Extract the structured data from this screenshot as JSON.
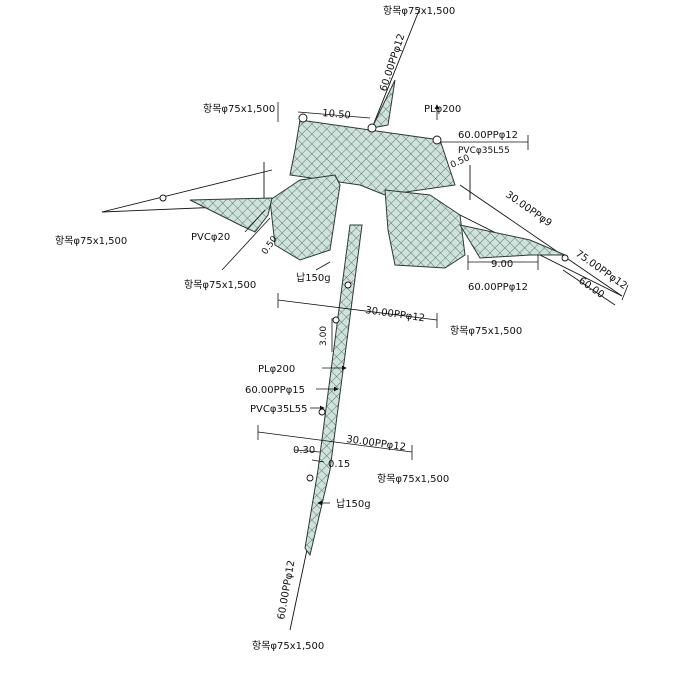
{
  "diagram": {
    "labels": {
      "anchor_top": "항목φ75x1,500",
      "rope_top": "60.00PPφ12",
      "anchor_upper_left": "항목φ75x1,500",
      "dim_top_width": "10.50",
      "float_top": "PLφ200",
      "rope_top_right": "60.00PPφ12",
      "pvc_top_right": "PVCφ35L55",
      "dim_corner": "0.50",
      "rope_right_diag": "30.00PPφ9",
      "anchor_left": "항목φ75x1,500",
      "pvc_left": "PVCφ20",
      "dim_left_small": "0.50",
      "anchor_lower_left": "항목φ75x1,500",
      "sinker_mid": "납150g",
      "dim_right_width": "9.00",
      "rope_right": "75.00PPφ12",
      "dim_right_len": "60.00",
      "rope_right_lower": "60.00PPφ12",
      "rope_cross_upper": "30.00PPφ12",
      "anchor_right_mid": "항목φ75x1,500",
      "dim_leader_gap": "3.00",
      "float_leader": "PLφ200",
      "rope_leader": "60.00PPφ15",
      "pvc_leader": "PVCφ35L55",
      "rope_cross_lower": "30.00PPφ12",
      "dim_left_lower": "0.30",
      "dim_right_lower": "0.15",
      "anchor_right_lower": "항목φ75x1,500",
      "sinker_bottom": "납150g",
      "rope_bottom": "60.00PPφ12",
      "anchor_bottom": "항목φ75x1,500"
    },
    "colors": {
      "net_fill": "#cfe2dc",
      "net_mesh": "#3d5a55",
      "ink": "#111111"
    }
  }
}
